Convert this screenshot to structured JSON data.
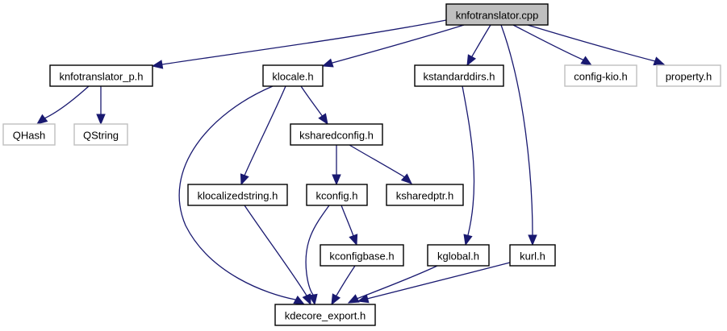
{
  "diagram": {
    "type": "include-dependency-graph",
    "colors": {
      "edge": "#191970",
      "root_fill": "#bfbfbf",
      "node_fill": "#ffffff",
      "node_border": "#000000",
      "external_border": "#bfbfbf"
    },
    "nodes": [
      {
        "id": "knfotranslator_cpp",
        "label": "knfotranslator.cpp",
        "kind": "root"
      },
      {
        "id": "knfotranslator_p_h",
        "label": "knfotranslator_p.h",
        "kind": "normal"
      },
      {
        "id": "qhash",
        "label": "QHash",
        "kind": "external"
      },
      {
        "id": "qstring",
        "label": "QString",
        "kind": "external"
      },
      {
        "id": "klocale_h",
        "label": "klocale.h",
        "kind": "normal"
      },
      {
        "id": "kstandarddirs_h",
        "label": "kstandarddirs.h",
        "kind": "normal"
      },
      {
        "id": "config_kio_h",
        "label": "config-kio.h",
        "kind": "external"
      },
      {
        "id": "property_h",
        "label": "property.h",
        "kind": "external"
      },
      {
        "id": "ksharedconfig_h",
        "label": "ksharedconfig.h",
        "kind": "normal"
      },
      {
        "id": "klocalizedstring_h",
        "label": "klocalizedstring.h",
        "kind": "normal"
      },
      {
        "id": "kconfig_h",
        "label": "kconfig.h",
        "kind": "normal"
      },
      {
        "id": "ksharedptr_h",
        "label": "ksharedptr.h",
        "kind": "normal"
      },
      {
        "id": "kconfigbase_h",
        "label": "kconfigbase.h",
        "kind": "normal"
      },
      {
        "id": "kglobal_h",
        "label": "kglobal.h",
        "kind": "normal"
      },
      {
        "id": "kurl_h",
        "label": "kurl.h",
        "kind": "normal"
      },
      {
        "id": "kdecore_export_h",
        "label": "kdecore_export.h",
        "kind": "normal"
      }
    ],
    "edges": [
      {
        "from": "knfotranslator_cpp",
        "to": "knfotranslator_p_h"
      },
      {
        "from": "knfotranslator_cpp",
        "to": "klocale_h"
      },
      {
        "from": "knfotranslator_cpp",
        "to": "kstandarddirs_h"
      },
      {
        "from": "knfotranslator_cpp",
        "to": "kurl_h"
      },
      {
        "from": "knfotranslator_cpp",
        "to": "config_kio_h"
      },
      {
        "from": "knfotranslator_cpp",
        "to": "property_h"
      },
      {
        "from": "knfotranslator_p_h",
        "to": "qhash"
      },
      {
        "from": "knfotranslator_p_h",
        "to": "qstring"
      },
      {
        "from": "klocale_h",
        "to": "kdecore_export_h"
      },
      {
        "from": "klocale_h",
        "to": "klocalizedstring_h"
      },
      {
        "from": "klocale_h",
        "to": "ksharedconfig_h"
      },
      {
        "from": "ksharedconfig_h",
        "to": "kconfig_h"
      },
      {
        "from": "ksharedconfig_h",
        "to": "ksharedptr_h"
      },
      {
        "from": "klocalizedstring_h",
        "to": "kdecore_export_h"
      },
      {
        "from": "kconfig_h",
        "to": "kdecore_export_h"
      },
      {
        "from": "kconfig_h",
        "to": "kconfigbase_h"
      },
      {
        "from": "kconfigbase_h",
        "to": "kdecore_export_h"
      },
      {
        "from": "kstandarddirs_h",
        "to": "kglobal_h"
      },
      {
        "from": "kglobal_h",
        "to": "kdecore_export_h"
      },
      {
        "from": "kurl_h",
        "to": "kdecore_export_h"
      }
    ]
  }
}
